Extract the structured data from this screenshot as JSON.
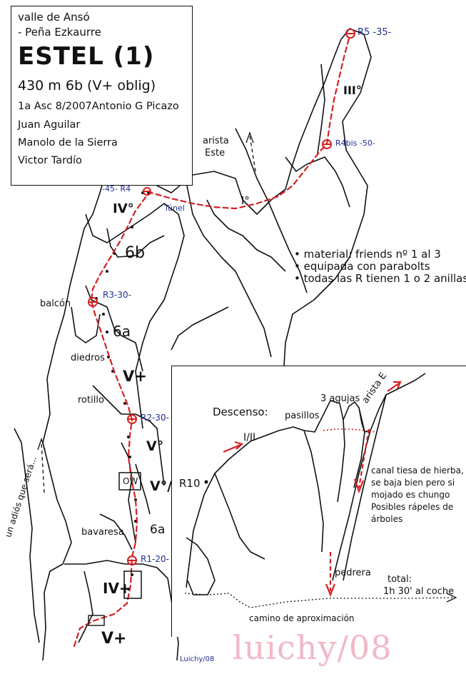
{
  "info": {
    "valley": "valle de Ansó",
    "peak": "- Peña Ezkaurre",
    "route_name": "ESTEL (1)",
    "height_grade": "430 m 6b (V+ oblig)",
    "first_ascent": "1a Asc 8/2007Antonio G Picazo",
    "climbers": [
      "Juan Aguilar",
      "Manolo de la Sierra",
      "Victor Tardío"
    ]
  },
  "notes": [
    "• material: friends nº 1 al 3",
    "• equipada con parabolts",
    "• todas las R tienen 1 o 2 anillas"
  ],
  "belays": [
    {
      "id": "R1",
      "label": "R1-20-"
    },
    {
      "id": "R2",
      "label": "R2-30-"
    },
    {
      "id": "R3",
      "label": "R3-30-"
    },
    {
      "id": "R4",
      "label": "-45- R4"
    },
    {
      "id": "R4bis",
      "label": "R4bis -50-"
    },
    {
      "id": "R5",
      "label": "R5 -35-"
    }
  ],
  "grades": {
    "g1": "V+",
    "g2": "IV+",
    "g3": "6a",
    "g4": "V°/V+",
    "g5": "V°",
    "g6": "V+",
    "g7": "6a",
    "g8": "6b",
    "g9": "IV°",
    "g10": "I°",
    "g11": "III°"
  },
  "features": {
    "bavaresa": "bavaresa",
    "ow": "OW",
    "rotillo": "rotillo",
    "diedros": "diedros",
    "balcon": "balcón",
    "tunel": "Túnel",
    "arista_este": [
      "arista",
      "Este"
    ],
    "un_adios": "un adiós que será..."
  },
  "descent": {
    "title": "Descenso:",
    "grade": "I/II",
    "r10": "R10",
    "pasillos": "pasillos",
    "agujas": "3 agujas",
    "arista": "arista E",
    "canal": [
      "canal tiesa de hierba,",
      "se baja bien pero si",
      "mojado es chungo",
      "Posibles rápeles de",
      "árboles"
    ],
    "pedrera": "pedrera",
    "total": [
      "total:",
      "1h 30' al coche"
    ],
    "approach": "camino de aproximación"
  },
  "signature": "Luichy/08",
  "watermark": "luichy/08",
  "colors": {
    "route": "#d42020",
    "belay_text": "#1f2f8f",
    "watermark": "#f2b8c6",
    "ink": "#111111"
  }
}
